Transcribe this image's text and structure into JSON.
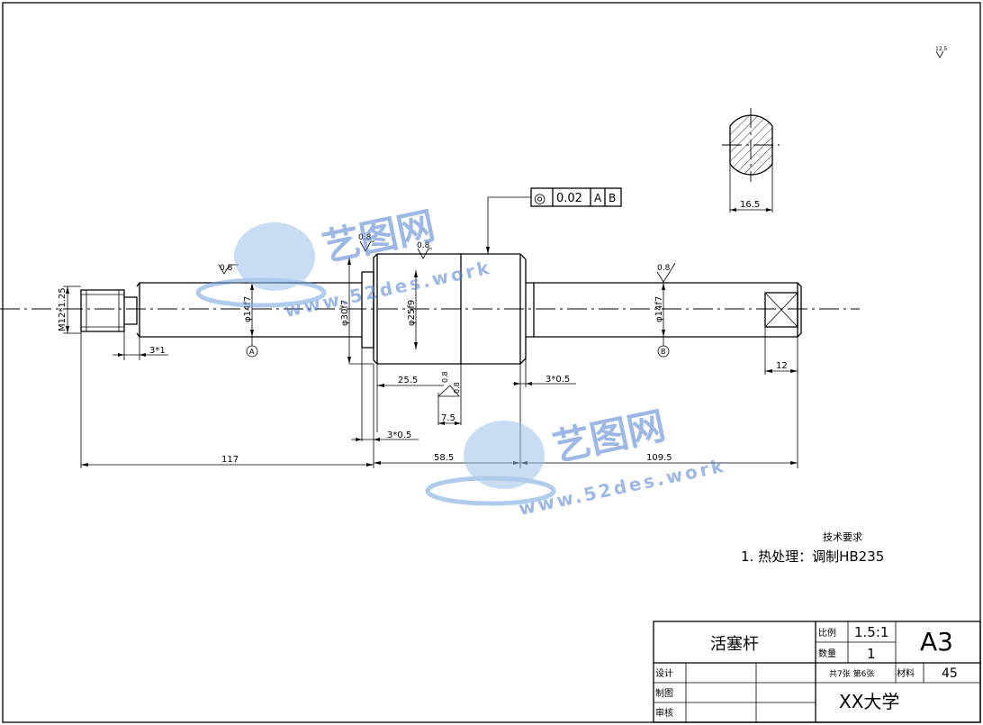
{
  "drawing": {
    "roughness_corner": "12.5",
    "roughness_a": "0.8",
    "roughness_b": "0.8",
    "roughness_c": "0.8",
    "roughness_d": "0.8",
    "roughness_e": "0.8",
    "roughness_f": "0.8",
    "tolerance": {
      "symbol": "◎",
      "value": "0.02",
      "datum1": "A",
      "datum2": "B"
    },
    "datum_a": "A",
    "datum_b": "B",
    "dims": {
      "thread": "M12*1.25",
      "dia14_left": "φ14f7",
      "dia30": "φ30f7",
      "dia25": "φ25f9",
      "dia14_right": "φ14f7",
      "chamfer_left": "3*1",
      "chamfer_mid": "3*0.5",
      "chamfer_right": "3*0.5",
      "len_25_5": "25.5",
      "len_7_5": "7.5",
      "len_117": "117",
      "len_58_5": "58.5",
      "len_109_5": "109.5",
      "len_12": "12",
      "section_16_5": "16.5"
    },
    "watermark": {
      "brand": "艺图网",
      "url": "www.52des.work"
    }
  },
  "tech": {
    "title": "技术要求",
    "item1": "1. 热处理：调制HB235"
  },
  "titleblock": {
    "part_name": "活塞杆",
    "scale_label": "比例",
    "scale_value": "1.5:1",
    "qty_label": "数量",
    "qty_value": "1",
    "paper": "A3",
    "design_label": "设计",
    "draw_label": "制图",
    "check_label": "审核",
    "sheets": "共7张  第6张",
    "material_label": "材料",
    "material_value": "45",
    "school": "XX大学"
  }
}
